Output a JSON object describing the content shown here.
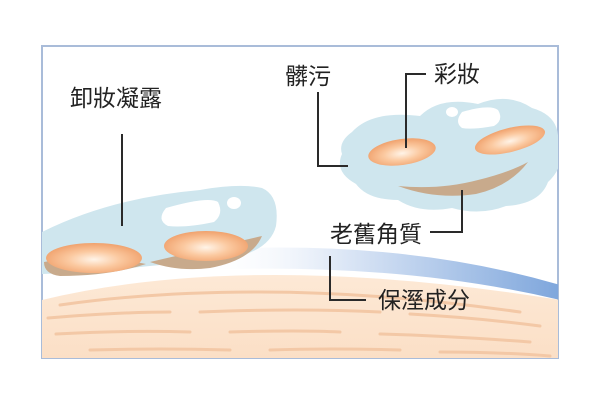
{
  "labels": {
    "cleansing_gel": "卸妝凝露",
    "dirt": "髒污",
    "makeup": "彩妝",
    "dead_skin": "老舊角質",
    "moisture": "保溼成分"
  },
  "colors": {
    "frame_border": "#a9bcd9",
    "gel_blue": "#cfe6ee",
    "skin": "#fbe4cf",
    "skin_line": "#f3c8a6",
    "dead_skin": "#c8aa8c",
    "makeup_orange": "#f1a576",
    "moisture_blue": "#8fb2dd"
  }
}
